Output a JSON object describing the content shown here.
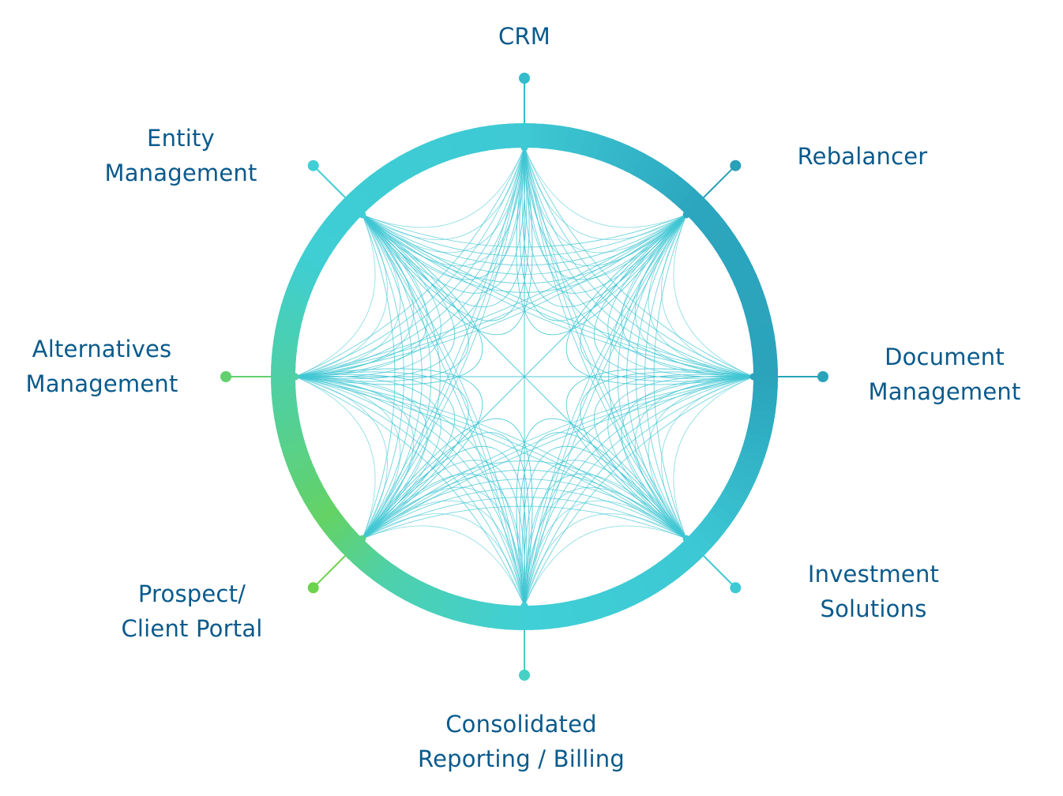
{
  "title": "Integrated platform modules",
  "colors": {
    "text": "#0a5a8c",
    "chord": "#3fc6d3",
    "ring_stops": [
      "#2aa3bb",
      "#3ecfd6",
      "#3ecfd6",
      "#5ed07e",
      "#3ecfd6",
      "#2aa3bb"
    ]
  },
  "nodes": [
    {
      "id": "crm",
      "lines": [
        "CRM"
      ],
      "dot_color": "#34bccb"
    },
    {
      "id": "rebalancer",
      "lines": [
        "Rebalancer"
      ],
      "dot_color": "#2a9fb8"
    },
    {
      "id": "document-management",
      "lines": [
        "Document",
        "Management"
      ],
      "dot_color": "#2aa3bb"
    },
    {
      "id": "investment-solutions",
      "lines": [
        "Investment",
        "Solutions"
      ],
      "dot_color": "#3ecad4"
    },
    {
      "id": "consolidated-reporting-billing",
      "lines": [
        "Consolidated",
        "Reporting / Billing"
      ],
      "dot_color": "#46d1c4"
    },
    {
      "id": "prospect-client-portal",
      "lines": [
        "Prospect/",
        "Client Portal"
      ],
      "dot_color": "#6dd24d"
    },
    {
      "id": "alternatives-management",
      "lines": [
        "Alternatives",
        "Management"
      ],
      "dot_color": "#62d06e"
    },
    {
      "id": "entity-management",
      "lines": [
        "Entity",
        "Management"
      ],
      "dot_color": "#3fcfd6"
    }
  ]
}
